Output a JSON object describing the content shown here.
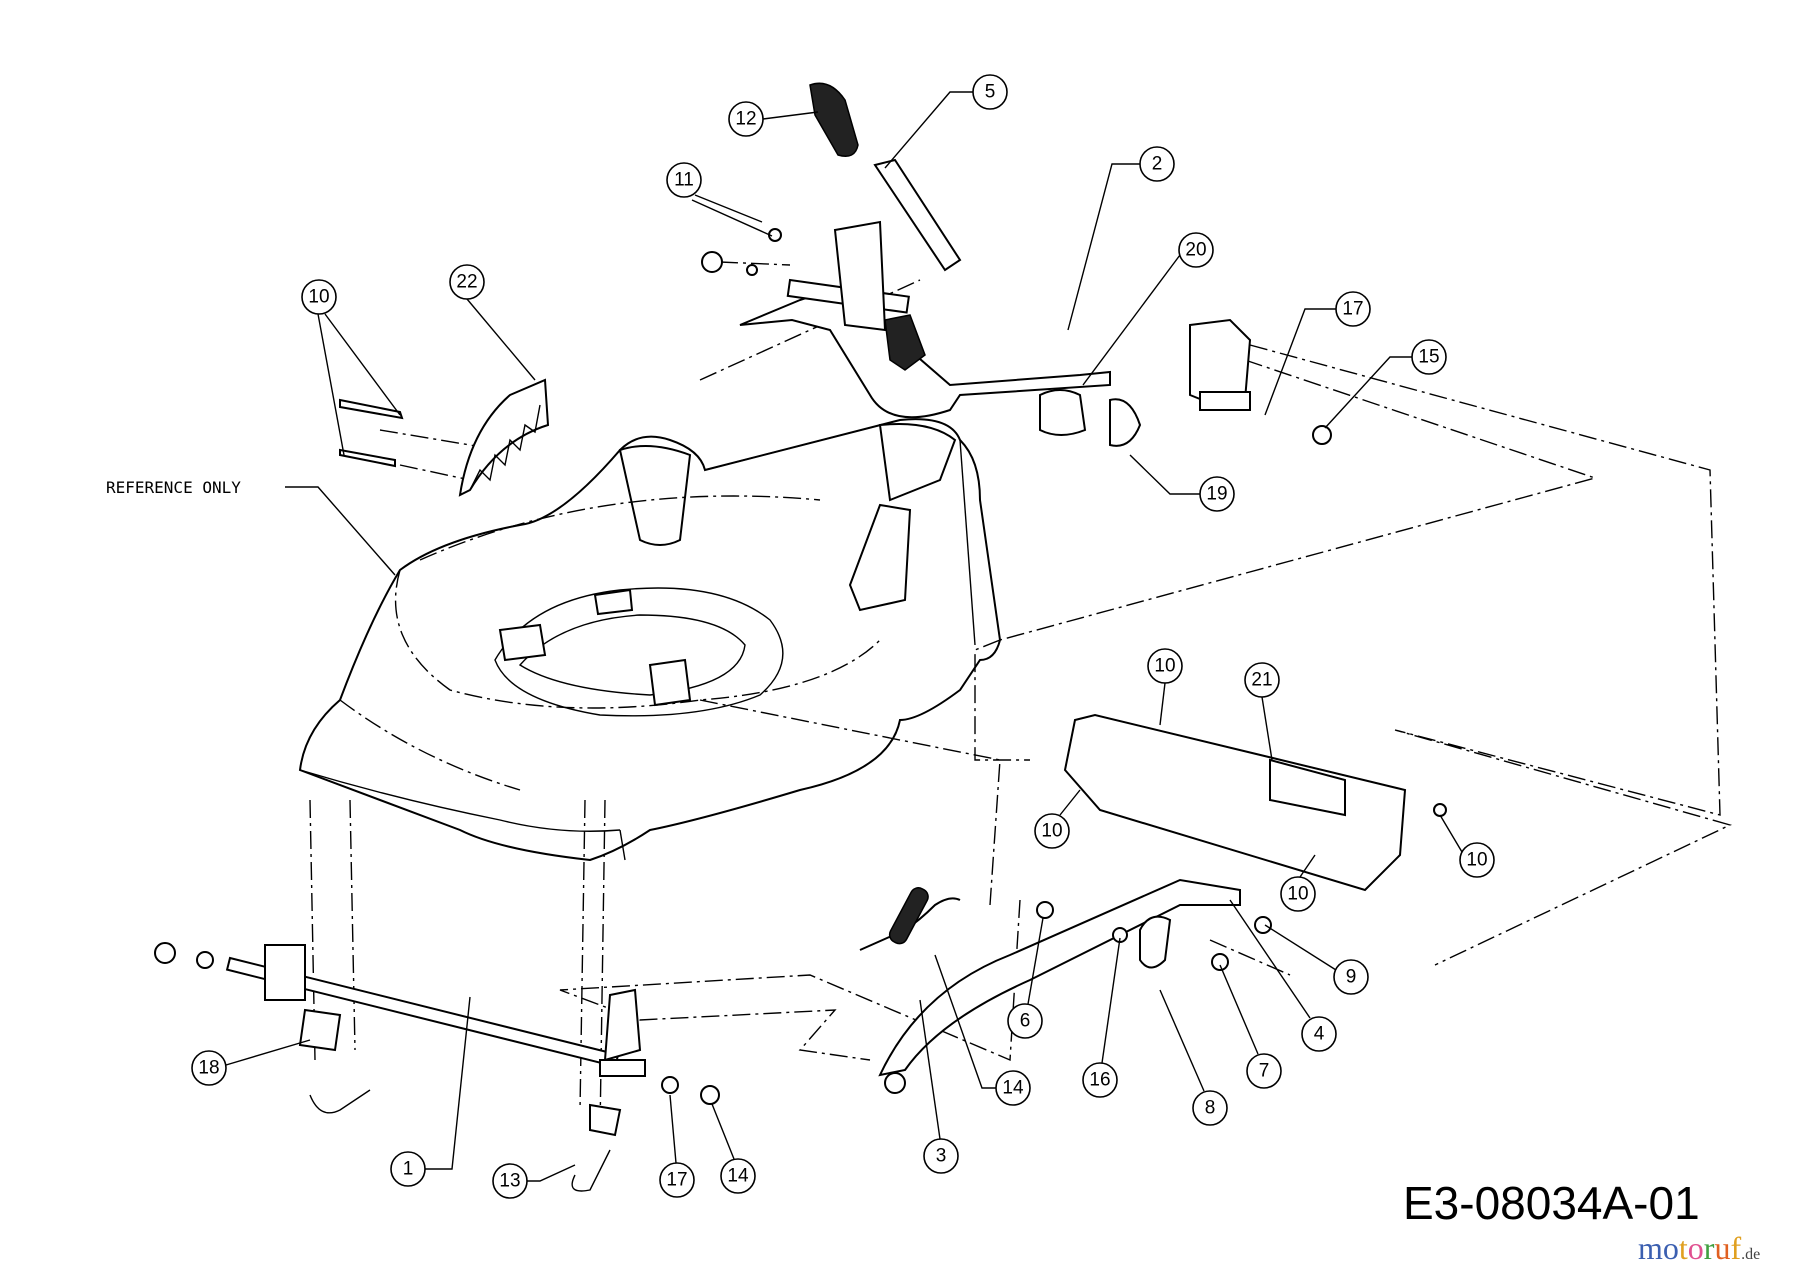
{
  "diagram": {
    "drawing_number": "E3-08034A-01",
    "reference_note": "REFERENCE ONLY",
    "watermark": {
      "text": "motoruf",
      "suffix": ".de",
      "colors": [
        "#3b5fb0",
        "#3b5fb0",
        "#e0a020",
        "#e05090",
        "#40a040",
        "#e06020",
        "#e0a020"
      ]
    },
    "callouts": [
      "12",
      "5",
      "11",
      "2",
      "20",
      "10",
      "22",
      "17",
      "15",
      "19",
      "10",
      "21",
      "10",
      "10",
      "10",
      "9",
      "6",
      "4",
      "14",
      "16",
      "7",
      "8",
      "3",
      "18",
      "1",
      "13",
      "17",
      "14"
    ]
  }
}
